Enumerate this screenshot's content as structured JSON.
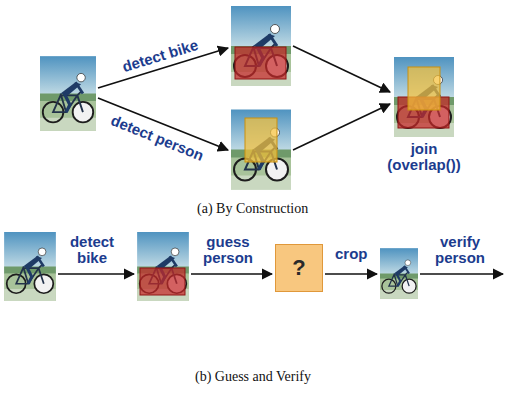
{
  "diagram": {
    "nodes": [
      {
        "text": [
          "?"
        ]
      }
    ],
    "labels": [
      "detect bike",
      "detect person",
      "join (overlap())",
      "(a) By Construction",
      "detect bike",
      "guess person",
      "crop",
      "verify person",
      "(b) Guess and Verify"
    ]
  }
}
